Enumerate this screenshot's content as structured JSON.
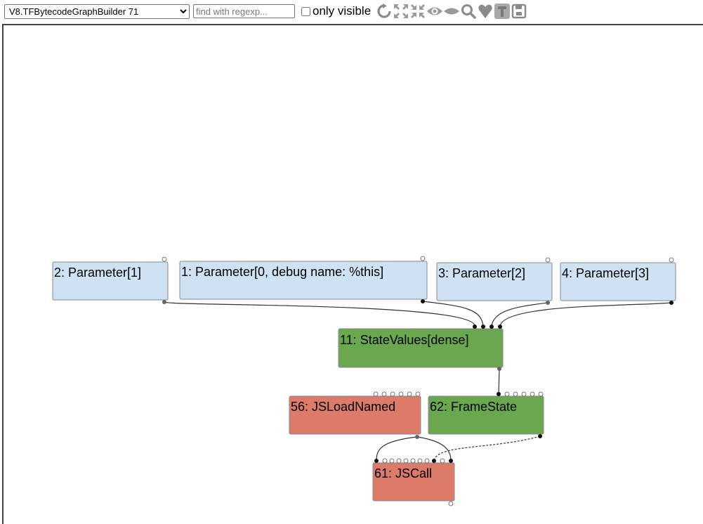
{
  "toolbar": {
    "phase_selected": "V8.TFBytecodeGraphBuilder 71",
    "search_placeholder": "find with regexp...",
    "only_visible_label": "only visible",
    "only_visible_checked": false,
    "icons": [
      "refresh-icon",
      "expand-all-icon",
      "fit-layout-icon",
      "show-all-icon",
      "hide-unselected-icon",
      "zoom-search-icon",
      "heart-icon",
      "toggle-types-icon",
      "save-icon"
    ]
  },
  "colors": {
    "parameter_node": "#cfe2f3",
    "green_node": "#6aa84f",
    "red_node": "#dd7b6b",
    "node_border": "#888888",
    "edge": "#333333"
  },
  "graph": {
    "nodes": [
      {
        "id": "n2",
        "label": "2: Parameter[1]",
        "kind": "parameter"
      },
      {
        "id": "n1",
        "label": "1: Parameter[0, debug name: %this]",
        "kind": "parameter"
      },
      {
        "id": "n3",
        "label": "3: Parameter[2]",
        "kind": "parameter"
      },
      {
        "id": "n4",
        "label": "4: Parameter[3]",
        "kind": "parameter"
      },
      {
        "id": "n11",
        "label": "11: StateValues[dense]",
        "kind": "green"
      },
      {
        "id": "n56",
        "label": "56: JSLoadNamed",
        "kind": "red"
      },
      {
        "id": "n62",
        "label": "62: FrameState",
        "kind": "green"
      },
      {
        "id": "n61",
        "label": "61: JSCall",
        "kind": "red"
      }
    ]
  }
}
